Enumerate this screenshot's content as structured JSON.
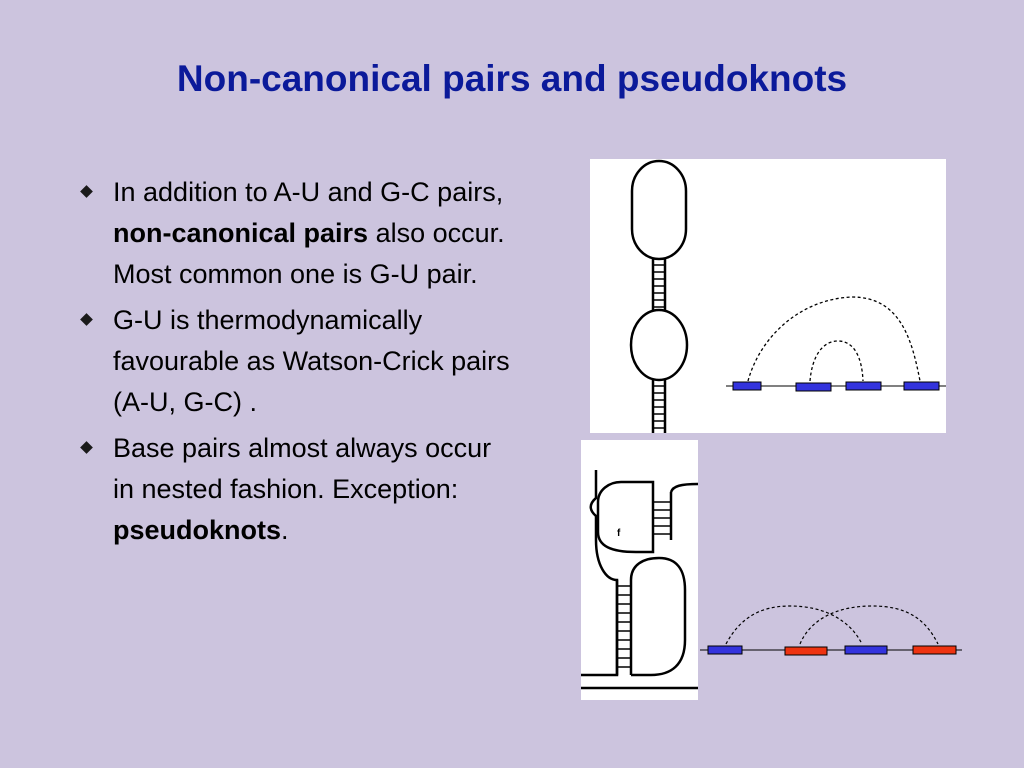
{
  "slide": {
    "title": "Non-canonical pairs and pseudoknots",
    "bullets": [
      {
        "parts": [
          {
            "text": "In addition to A-U and G-C pairs, ",
            "bold": false
          },
          {
            "text": "non-canonical pairs",
            "bold": true
          },
          {
            "text": " also occur. Most common one is G-U pair.",
            "bold": false
          }
        ]
      },
      {
        "parts": [
          {
            "text": "G-U is thermodynamically favourable as Watson-Crick pairs (A-U, G-C) .",
            "bold": false
          }
        ]
      },
      {
        "parts": [
          {
            "text": "Base pairs almost always occur in nested fashion. Exception: ",
            "bold": false
          },
          {
            "text": "pseudoknots",
            "bold": true
          },
          {
            "text": ".",
            "bold": false
          }
        ]
      }
    ]
  },
  "figures": {
    "pseudoknot_label": "f",
    "colors": {
      "background": "#ccc4de",
      "title": "#0b1a9a",
      "blue_segment": "#3333dd",
      "red_segment": "#ee3311"
    }
  }
}
